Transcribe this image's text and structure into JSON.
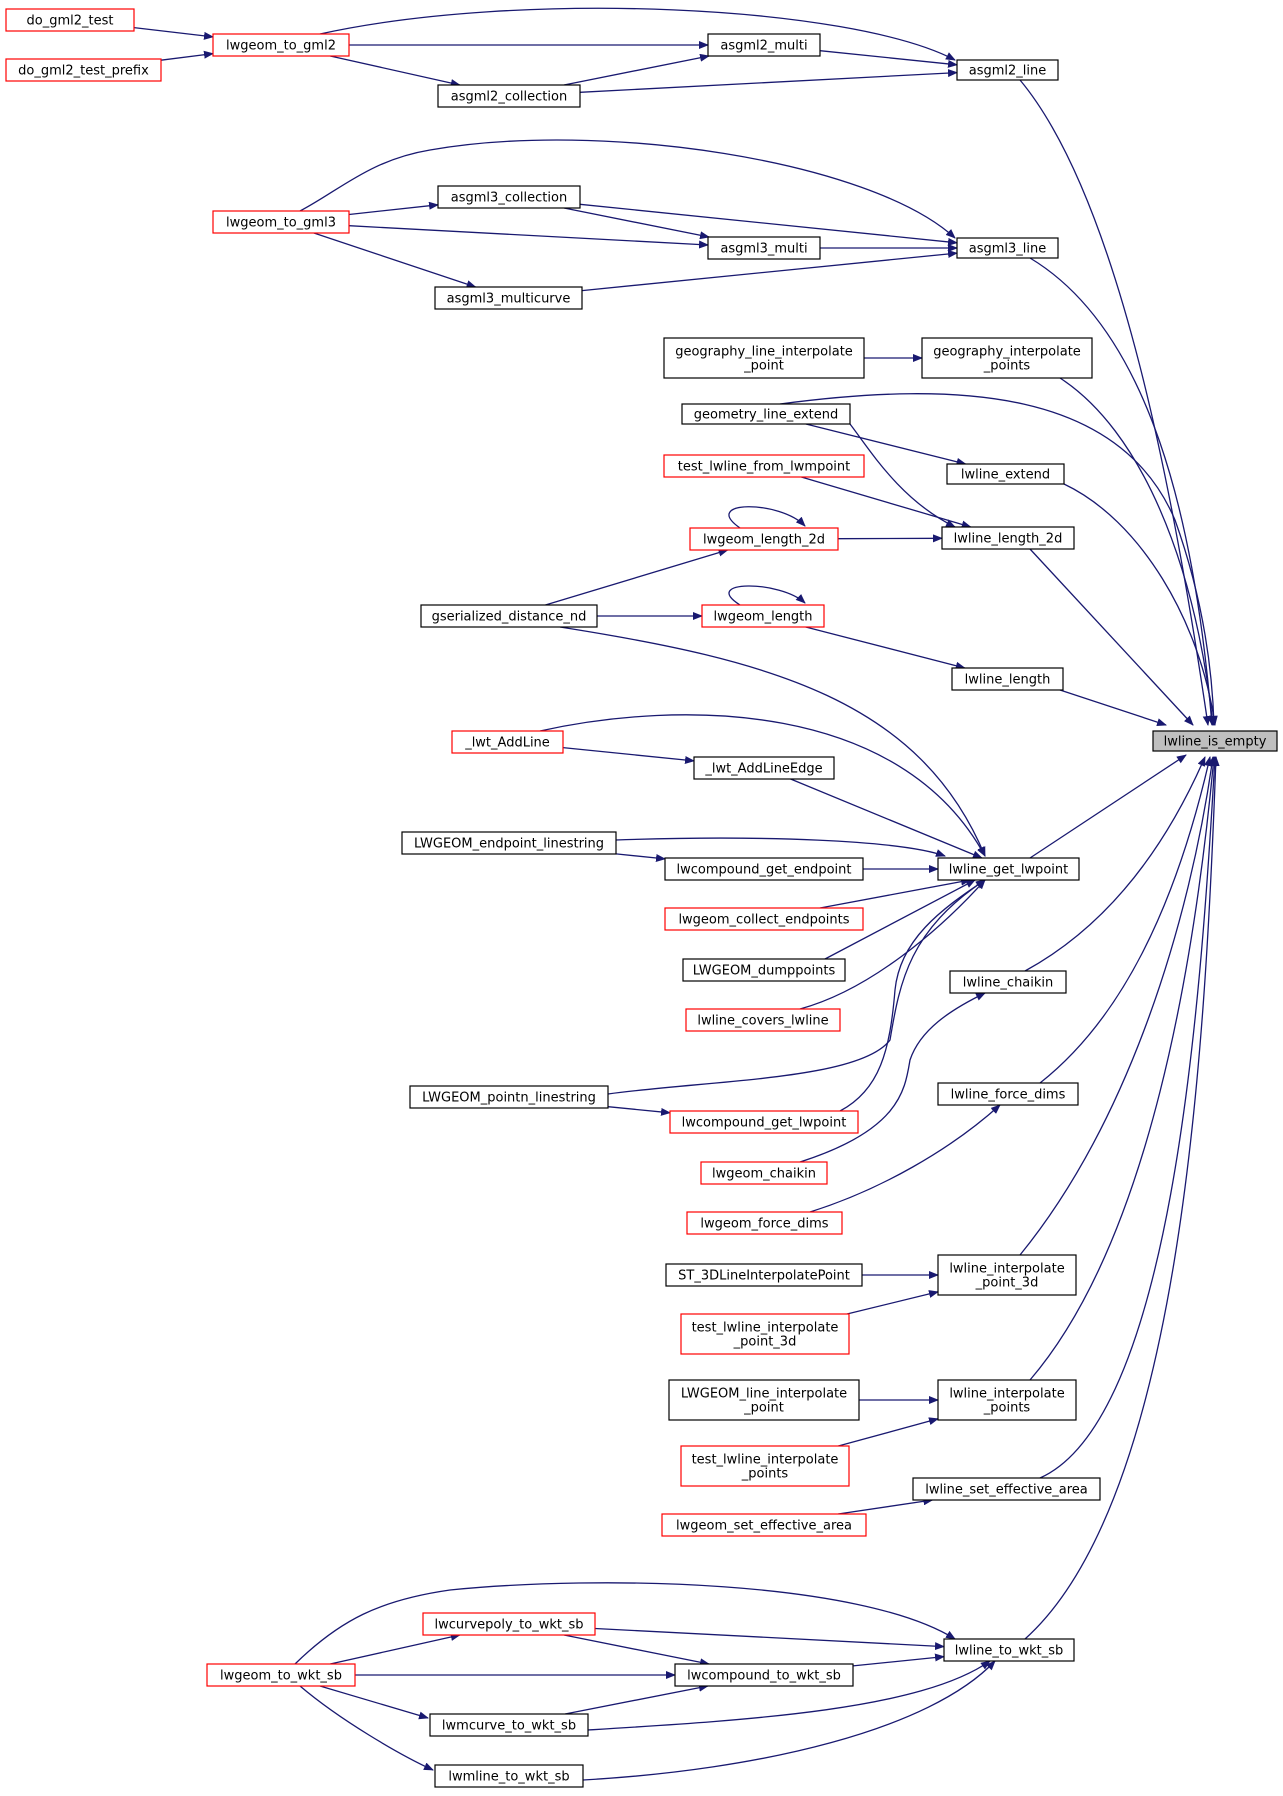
{
  "graph": {
    "root": "lwline_is_empty",
    "colors": {
      "edge": "#191970",
      "root_fill": "#bfbfbf",
      "node_fill": "#ffffff",
      "border_normal": "#000000",
      "border_truncated": "#ff0000"
    },
    "nodes": [
      {
        "id": "lwline_is_empty",
        "lines": [
          "lwline_is_empty"
        ],
        "style": "root"
      },
      {
        "id": "asgml2_line",
        "lines": [
          "asgml2_line"
        ],
        "style": "normal"
      },
      {
        "id": "asgml3_line",
        "lines": [
          "asgml3_line"
        ],
        "style": "normal"
      },
      {
        "id": "geography_interpolate_points",
        "lines": [
          "geography_interpolate",
          "_points"
        ],
        "style": "normal"
      },
      {
        "id": "geometry_line_extend",
        "lines": [
          "geometry_line_extend"
        ],
        "style": "normal"
      },
      {
        "id": "lwline_extend",
        "lines": [
          "lwline_extend"
        ],
        "style": "normal"
      },
      {
        "id": "lwline_length_2d",
        "lines": [
          "lwline_length_2d"
        ],
        "style": "normal"
      },
      {
        "id": "lwline_length",
        "lines": [
          "lwline_length"
        ],
        "style": "normal"
      },
      {
        "id": "lwline_get_lwpoint",
        "lines": [
          "lwline_get_lwpoint"
        ],
        "style": "normal"
      },
      {
        "id": "lwline_chaikin",
        "lines": [
          "lwline_chaikin"
        ],
        "style": "normal"
      },
      {
        "id": "lwline_force_dims",
        "lines": [
          "lwline_force_dims"
        ],
        "style": "normal"
      },
      {
        "id": "lwline_interpolate_point_3d",
        "lines": [
          "lwline_interpolate",
          "_point_3d"
        ],
        "style": "normal"
      },
      {
        "id": "lwline_interpolate_points",
        "lines": [
          "lwline_interpolate",
          "_points"
        ],
        "style": "normal"
      },
      {
        "id": "lwline_set_effective_area",
        "lines": [
          "lwline_set_effective_area"
        ],
        "style": "normal"
      },
      {
        "id": "lwline_to_wkt_sb",
        "lines": [
          "lwline_to_wkt_sb"
        ],
        "style": "normal"
      },
      {
        "id": "do_gml2_test",
        "lines": [
          "do_gml2_test"
        ],
        "style": "truncated"
      },
      {
        "id": "do_gml2_test_prefix",
        "lines": [
          "do_gml2_test_prefix"
        ],
        "style": "truncated"
      },
      {
        "id": "lwgeom_to_gml2",
        "lines": [
          "lwgeom_to_gml2"
        ],
        "style": "truncated"
      },
      {
        "id": "asgml2_multi",
        "lines": [
          "asgml2_multi"
        ],
        "style": "normal"
      },
      {
        "id": "asgml2_collection",
        "lines": [
          "asgml2_collection"
        ],
        "style": "normal"
      },
      {
        "id": "lwgeom_to_gml3",
        "lines": [
          "lwgeom_to_gml3"
        ],
        "style": "truncated"
      },
      {
        "id": "asgml3_collection",
        "lines": [
          "asgml3_collection"
        ],
        "style": "normal"
      },
      {
        "id": "asgml3_multi",
        "lines": [
          "asgml3_multi"
        ],
        "style": "normal"
      },
      {
        "id": "asgml3_multicurve",
        "lines": [
          "asgml3_multicurve"
        ],
        "style": "normal"
      },
      {
        "id": "geography_line_interpolate_point",
        "lines": [
          "geography_line_interpolate",
          "_point"
        ],
        "style": "normal"
      },
      {
        "id": "test_lwline_from_lwmpoint",
        "lines": [
          "test_lwline_from_lwmpoint"
        ],
        "style": "truncated"
      },
      {
        "id": "lwgeom_length_2d",
        "lines": [
          "lwgeom_length_2d"
        ],
        "style": "truncated"
      },
      {
        "id": "gserialized_distance_nd",
        "lines": [
          "gserialized_distance_nd"
        ],
        "style": "normal"
      },
      {
        "id": "lwgeom_length",
        "lines": [
          "lwgeom_length"
        ],
        "style": "truncated"
      },
      {
        "id": "_lwt_AddLine",
        "lines": [
          "_lwt_AddLine"
        ],
        "style": "truncated"
      },
      {
        "id": "_lwt_AddLineEdge",
        "lines": [
          "_lwt_AddLineEdge"
        ],
        "style": "normal"
      },
      {
        "id": "LWGEOM_endpoint_linestring",
        "lines": [
          "LWGEOM_endpoint_linestring"
        ],
        "style": "normal"
      },
      {
        "id": "lwcompound_get_endpoint",
        "lines": [
          "lwcompound_get_endpoint"
        ],
        "style": "normal"
      },
      {
        "id": "lwgeom_collect_endpoints",
        "lines": [
          "lwgeom_collect_endpoints"
        ],
        "style": "truncated"
      },
      {
        "id": "LWGEOM_dumppoints",
        "lines": [
          "LWGEOM_dumppoints"
        ],
        "style": "normal"
      },
      {
        "id": "lwline_covers_lwline",
        "lines": [
          "lwline_covers_lwline"
        ],
        "style": "truncated"
      },
      {
        "id": "LWGEOM_pointn_linestring",
        "lines": [
          "LWGEOM_pointn_linestring"
        ],
        "style": "normal"
      },
      {
        "id": "lwcompound_get_lwpoint",
        "lines": [
          "lwcompound_get_lwpoint"
        ],
        "style": "truncated"
      },
      {
        "id": "lwgeom_chaikin",
        "lines": [
          "lwgeom_chaikin"
        ],
        "style": "truncated"
      },
      {
        "id": "lwgeom_force_dims",
        "lines": [
          "lwgeom_force_dims"
        ],
        "style": "truncated"
      },
      {
        "id": "ST_3DLineInterpolatePoint",
        "lines": [
          "ST_3DLineInterpolatePoint"
        ],
        "style": "normal"
      },
      {
        "id": "test_lwline_interpolate_point_3d",
        "lines": [
          "test_lwline_interpolate",
          "_point_3d"
        ],
        "style": "truncated"
      },
      {
        "id": "LWGEOM_line_interpolate_point",
        "lines": [
          "LWGEOM_line_interpolate",
          "_point"
        ],
        "style": "normal"
      },
      {
        "id": "test_lwline_interpolate_points",
        "lines": [
          "test_lwline_interpolate",
          "_points"
        ],
        "style": "truncated"
      },
      {
        "id": "lwgeom_set_effective_area",
        "lines": [
          "lwgeom_set_effective_area"
        ],
        "style": "truncated"
      },
      {
        "id": "lwcurvepoly_to_wkt_sb",
        "lines": [
          "lwcurvepoly_to_wkt_sb"
        ],
        "style": "truncated"
      },
      {
        "id": "lwgeom_to_wkt_sb",
        "lines": [
          "lwgeom_to_wkt_sb"
        ],
        "style": "truncated"
      },
      {
        "id": "lwcompound_to_wkt_sb",
        "lines": [
          "lwcompound_to_wkt_sb"
        ],
        "style": "normal"
      },
      {
        "id": "lwmcurve_to_wkt_sb",
        "lines": [
          "lwmcurve_to_wkt_sb"
        ],
        "style": "normal"
      },
      {
        "id": "lwmline_to_wkt_sb",
        "lines": [
          "lwmline_to_wkt_sb"
        ],
        "style": "normal"
      }
    ],
    "edges": [
      [
        "asgml2_line",
        "lwline_is_empty"
      ],
      [
        "asgml3_line",
        "lwline_is_empty"
      ],
      [
        "geography_interpolate_points",
        "lwline_is_empty"
      ],
      [
        "geometry_line_extend",
        "lwline_is_empty"
      ],
      [
        "lwline_extend",
        "lwline_is_empty"
      ],
      [
        "lwline_length_2d",
        "lwline_is_empty"
      ],
      [
        "lwline_length",
        "lwline_is_empty"
      ],
      [
        "lwline_get_lwpoint",
        "lwline_is_empty"
      ],
      [
        "lwline_chaikin",
        "lwline_is_empty"
      ],
      [
        "lwline_force_dims",
        "lwline_is_empty"
      ],
      [
        "lwline_interpolate_point_3d",
        "lwline_is_empty"
      ],
      [
        "lwline_interpolate_points",
        "lwline_is_empty"
      ],
      [
        "lwline_set_effective_area",
        "lwline_is_empty"
      ],
      [
        "lwline_to_wkt_sb",
        "lwline_is_empty"
      ],
      [
        "do_gml2_test",
        "lwgeom_to_gml2"
      ],
      [
        "do_gml2_test_prefix",
        "lwgeom_to_gml2"
      ],
      [
        "lwgeom_to_gml2",
        "asgml2_line"
      ],
      [
        "lwgeom_to_gml2",
        "asgml2_multi"
      ],
      [
        "lwgeom_to_gml2",
        "asgml2_collection"
      ],
      [
        "asgml2_multi",
        "asgml2_line"
      ],
      [
        "asgml2_collection",
        "asgml2_line"
      ],
      [
        "asgml2_collection",
        "asgml2_multi"
      ],
      [
        "lwgeom_to_gml3",
        "asgml3_line"
      ],
      [
        "lwgeom_to_gml3",
        "asgml3_collection"
      ],
      [
        "lwgeom_to_gml3",
        "asgml3_multi"
      ],
      [
        "lwgeom_to_gml3",
        "asgml3_multicurve"
      ],
      [
        "asgml3_collection",
        "asgml3_line"
      ],
      [
        "asgml3_collection",
        "asgml3_multi"
      ],
      [
        "asgml3_multi",
        "asgml3_line"
      ],
      [
        "asgml3_multicurve",
        "asgml3_line"
      ],
      [
        "geography_line_interpolate_point",
        "geography_interpolate_points"
      ],
      [
        "geometry_line_extend",
        "lwline_extend"
      ],
      [
        "geometry_line_extend",
        "lwline_length_2d"
      ],
      [
        "test_lwline_from_lwmpoint",
        "lwline_length_2d"
      ],
      [
        "lwgeom_length_2d",
        "lwline_length_2d"
      ],
      [
        "lwgeom_length_2d",
        "lwgeom_length_2d"
      ],
      [
        "gserialized_distance_nd",
        "lwgeom_length_2d"
      ],
      [
        "gserialized_distance_nd",
        "lwgeom_length"
      ],
      [
        "gserialized_distance_nd",
        "lwline_get_lwpoint"
      ],
      [
        "lwgeom_length",
        "lwgeom_length"
      ],
      [
        "lwgeom_length",
        "lwline_length"
      ],
      [
        "_lwt_AddLine",
        "_lwt_AddLineEdge"
      ],
      [
        "_lwt_AddLine",
        "lwline_get_lwpoint"
      ],
      [
        "_lwt_AddLineEdge",
        "lwline_get_lwpoint"
      ],
      [
        "LWGEOM_endpoint_linestring",
        "lwcompound_get_endpoint"
      ],
      [
        "LWGEOM_endpoint_linestring",
        "lwline_get_lwpoint"
      ],
      [
        "lwcompound_get_endpoint",
        "lwline_get_lwpoint"
      ],
      [
        "lwgeom_collect_endpoints",
        "lwline_get_lwpoint"
      ],
      [
        "LWGEOM_dumppoints",
        "lwline_get_lwpoint"
      ],
      [
        "lwline_covers_lwline",
        "lwline_get_lwpoint"
      ],
      [
        "LWGEOM_pointn_linestring",
        "lwline_get_lwpoint"
      ],
      [
        "LWGEOM_pointn_linestring",
        "lwcompound_get_lwpoint"
      ],
      [
        "lwcompound_get_lwpoint",
        "lwline_get_lwpoint"
      ],
      [
        "lwgeom_chaikin",
        "lwline_chaikin"
      ],
      [
        "lwgeom_force_dims",
        "lwline_force_dims"
      ],
      [
        "ST_3DLineInterpolatePoint",
        "lwline_interpolate_point_3d"
      ],
      [
        "test_lwline_interpolate_point_3d",
        "lwline_interpolate_point_3d"
      ],
      [
        "LWGEOM_line_interpolate_point",
        "lwline_interpolate_points"
      ],
      [
        "test_lwline_interpolate_points",
        "lwline_interpolate_points"
      ],
      [
        "lwgeom_set_effective_area",
        "lwline_set_effective_area"
      ],
      [
        "lwcurvepoly_to_wkt_sb",
        "lwline_to_wkt_sb"
      ],
      [
        "lwcurvepoly_to_wkt_sb",
        "lwcompound_to_wkt_sb"
      ],
      [
        "lwgeom_to_wkt_sb",
        "lwline_to_wkt_sb"
      ],
      [
        "lwgeom_to_wkt_sb",
        "lwcurvepoly_to_wkt_sb"
      ],
      [
        "lwgeom_to_wkt_sb",
        "lwcompound_to_wkt_sb"
      ],
      [
        "lwgeom_to_wkt_sb",
        "lwmcurve_to_wkt_sb"
      ],
      [
        "lwgeom_to_wkt_sb",
        "lwmline_to_wkt_sb"
      ],
      [
        "lwcompound_to_wkt_sb",
        "lwline_to_wkt_sb"
      ],
      [
        "lwmcurve_to_wkt_sb",
        "lwline_to_wkt_sb"
      ],
      [
        "lwmcurve_to_wkt_sb",
        "lwcompound_to_wkt_sb"
      ],
      [
        "lwmline_to_wkt_sb",
        "lwline_to_wkt_sb"
      ]
    ]
  }
}
